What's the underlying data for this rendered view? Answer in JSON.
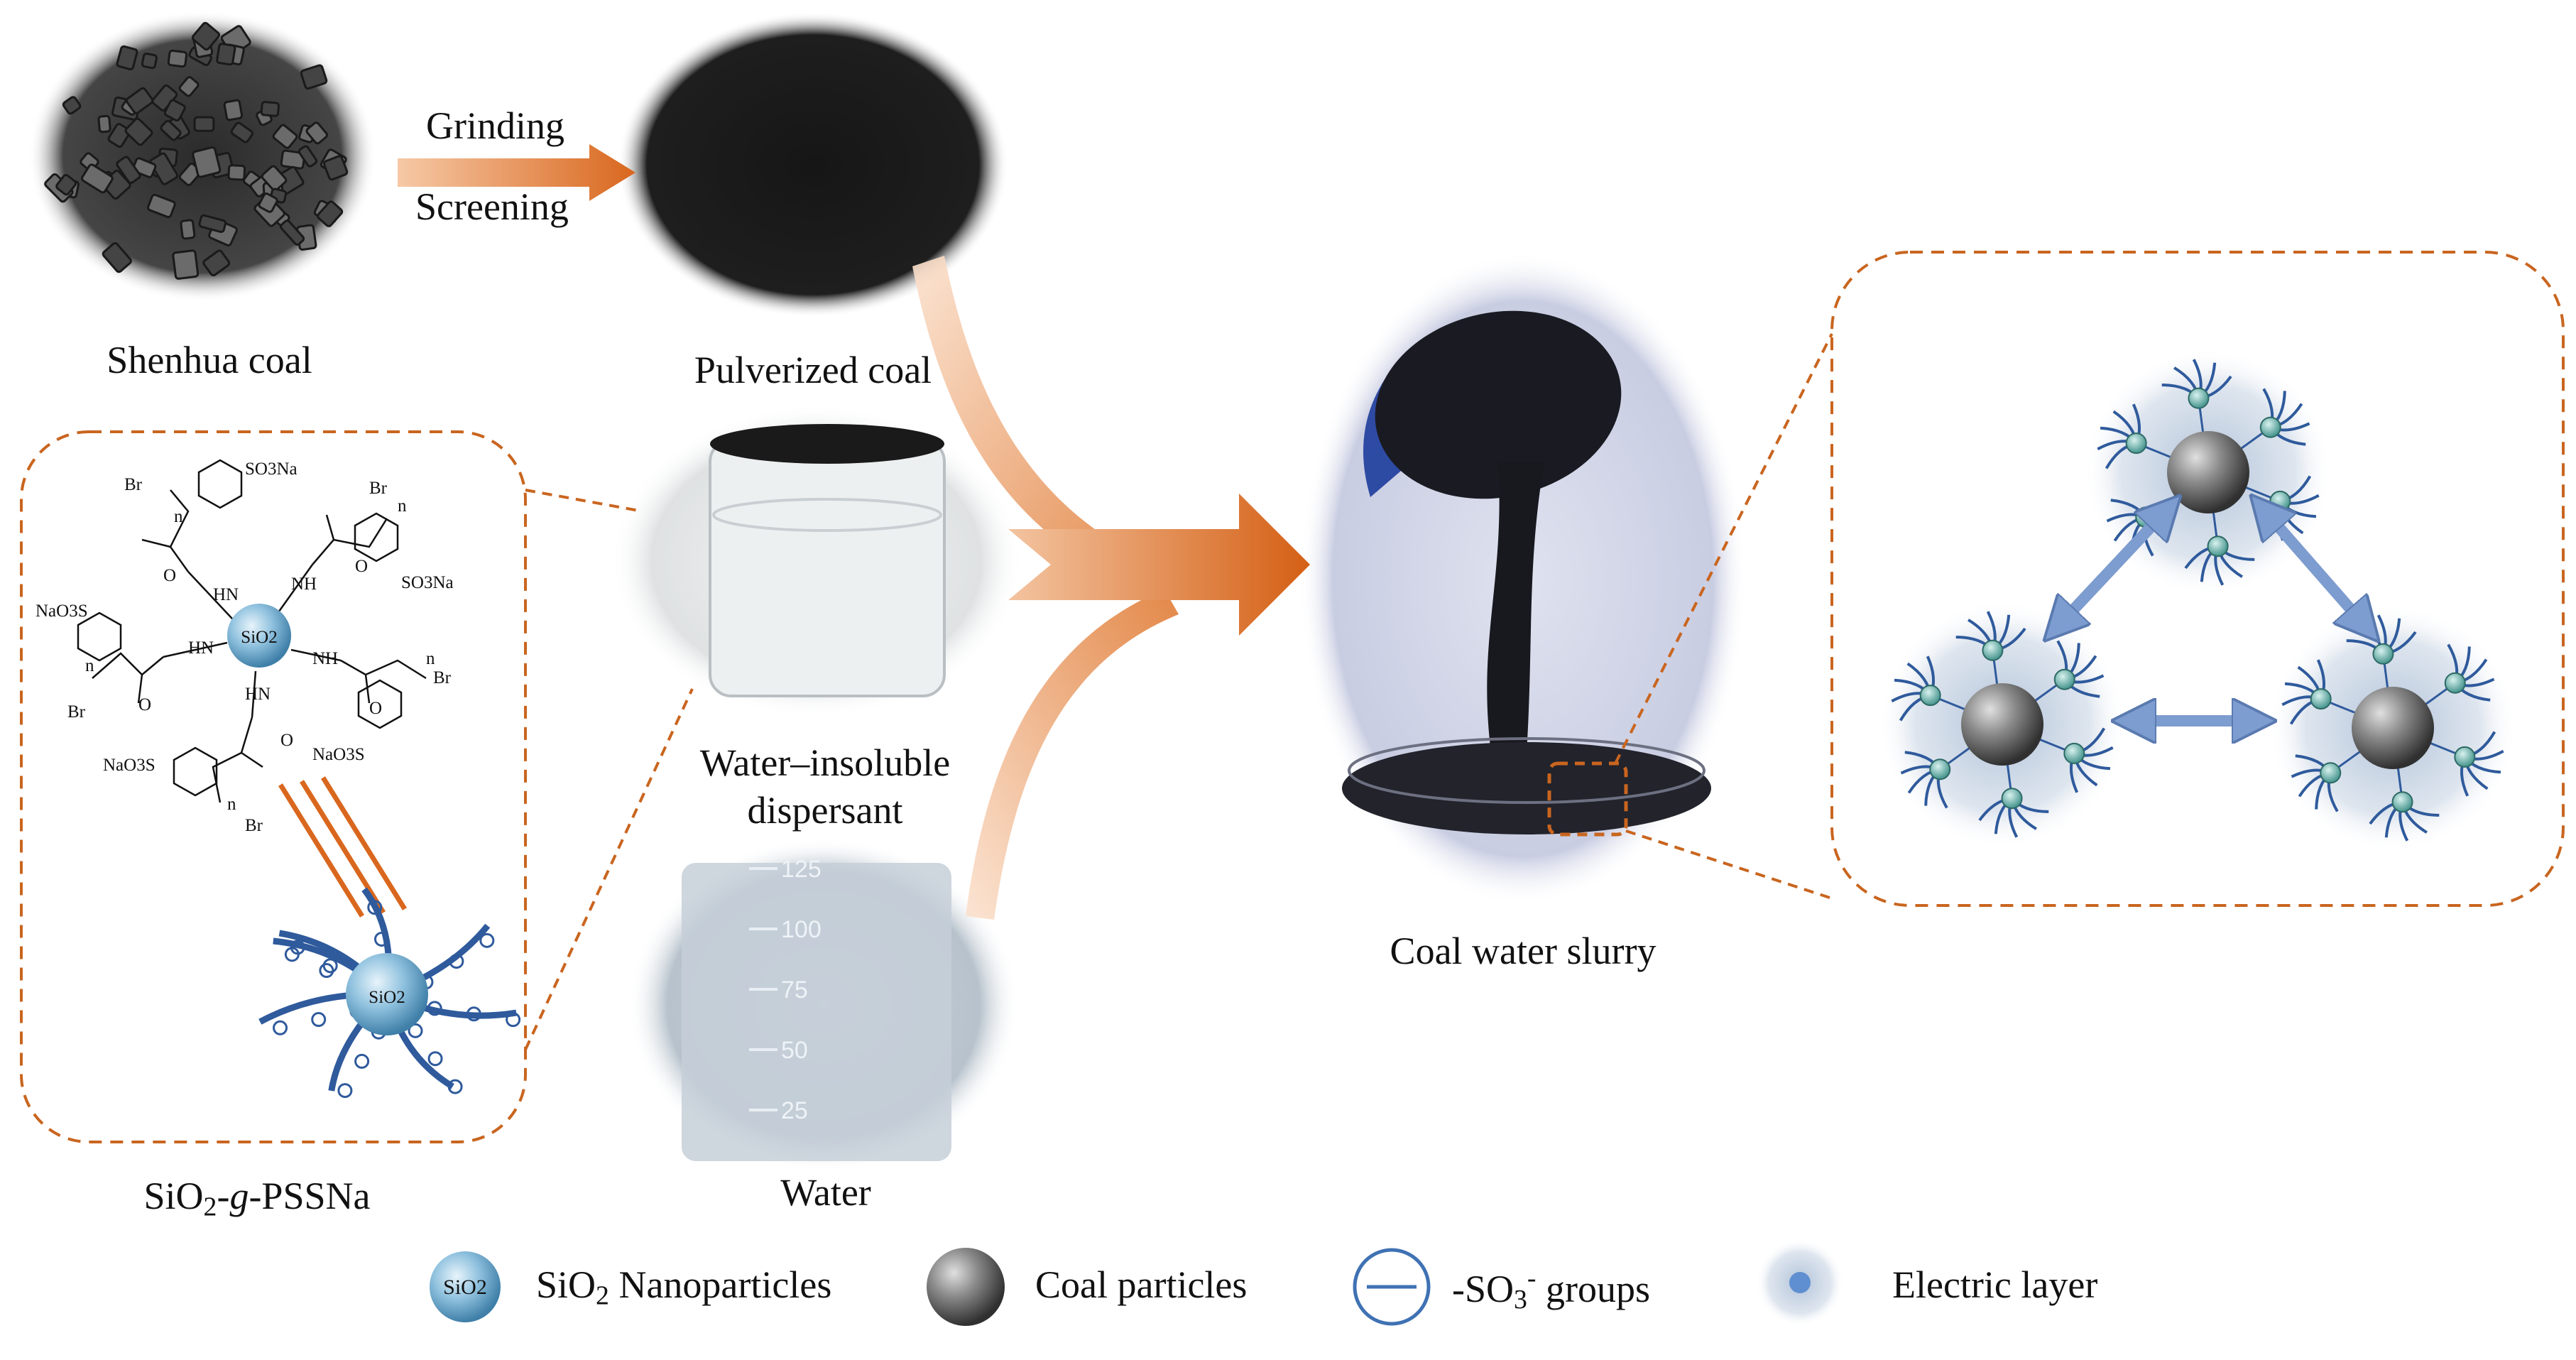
{
  "labels": {
    "grinding": "Grinding",
    "screening": "Screening",
    "shenhua": "Shenhua coal",
    "pulverized": "Pulverized coal",
    "dispersant_1": "Water–insoluble",
    "dispersant_2": "dispersant",
    "water": "Water",
    "slurry": "Coal water slurry",
    "sio2g_pre": "SiO",
    "sio2g_sub": "2",
    "sio2g_g": "-g",
    "sio2g_post": "-PSSNa"
  },
  "molecule": {
    "core_label": "SiO2",
    "so3na": "SO3Na",
    "naso3s": "NaO3S",
    "br": "Br",
    "hn": "HN",
    "nh": "NH",
    "o": "O",
    "n": "n"
  },
  "sphere_label": "SiO2",
  "beaker_marks": [
    "125",
    "100",
    "75",
    "50",
    "25"
  ],
  "legend": {
    "nano_icon": "SiO2",
    "nano_pre": "SiO",
    "nano_sub": "2",
    "nano_post": " Nanoparticles",
    "coal": "Coal particles",
    "so3_pre": "-SO",
    "so3_sub": "3",
    "so3_sup": "-",
    "so3_post": " groups",
    "electric": "Electric layer"
  },
  "colors": {
    "arrow_orange": "#d9671e",
    "dash_orange": "#c9651f",
    "sio2_blue": "#7fb4d6",
    "chain_blue": "#2f5a9c",
    "coal_gray": "#6a6a6a",
    "double_arrow": "#7d9ccf"
  }
}
